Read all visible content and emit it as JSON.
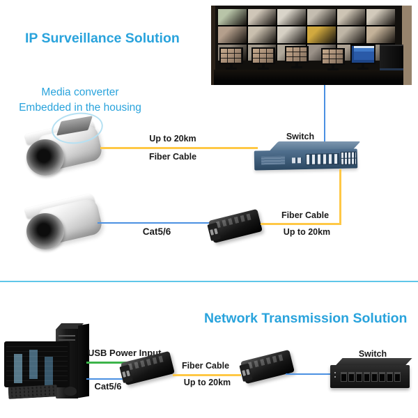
{
  "colors": {
    "accent": "#29A3DC",
    "divider": "#5FC6E8",
    "fiber": "#FFC845",
    "ethernet": "#4A90E2",
    "usb": "#3CB44A",
    "label_text": "#1A1A1A"
  },
  "top": {
    "title": "IP Surveillance Solution",
    "caption": {
      "line1": "Media converter",
      "line2": "Embedded in the housing"
    },
    "camera_to_switch": {
      "above": "Up to 20km",
      "below": "Fiber Cable"
    },
    "switch_label": "Switch",
    "camera_to_converter_label": "Cat5/6",
    "converter_to_switch": {
      "above": "Fiber Cable",
      "below": "Up to 20km"
    },
    "video_wall": {
      "columns": 6,
      "rows": 3
    }
  },
  "bottom": {
    "title": "Network Transmission Solution",
    "usb_label": "USB Power Input",
    "cat_label": "Cat5/6",
    "fiber": {
      "above": "Fiber Cable",
      "below": "Up to 20km"
    },
    "switch_label": "Switch",
    "switch_ports": 8
  }
}
